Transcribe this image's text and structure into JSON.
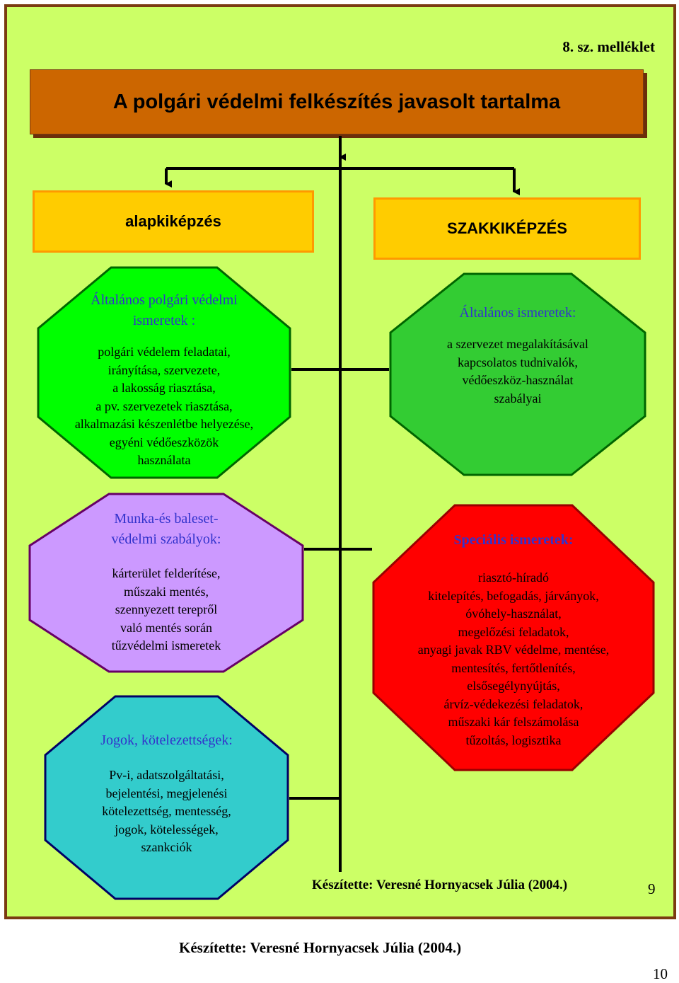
{
  "annex_label": "8. sz. melléklet",
  "title": "A polgári védelmi felkészítés javasolt tartalma",
  "categories": {
    "left": "alapkiképzés",
    "right": "SZAKKIKÉPZÉS"
  },
  "boxes": {
    "general_civil": {
      "title": "Általános polgári védelmi\nismeretek :",
      "body": "polgári védelem feladatai,\nirányítása, szervezete,\na lakosság riasztása,\na pv. szervezetek riasztása,\nalkalmazási készenlétbe helyezése,\negyéni védőeszközök\nhasználata"
    },
    "work_safety": {
      "title": "Munka-és baleset-\nvédelmi szabályok:",
      "body": "kárterület felderítése,\nműszaki mentés,\nszennyezett terepről\nvaló mentés során\ntűzvédelmi ismeretek"
    },
    "rights": {
      "title": "Jogok, kötelezettségek:",
      "body": "Pv-i, adatszolgáltatási,\nbejelentési, megjelenési\nkötelezettség, mentesség,\njogok, kötelességek,\nszankciók"
    },
    "general_knowledge": {
      "title": "Általános ismeretek:",
      "body": "a szervezet megalakításával\nkapcsolatos tudnivalók,\nvédőeszköz-használat\nszabályai"
    },
    "special_knowledge": {
      "title": "Speciális ismeretek:",
      "body": "riasztó-híradó\nkitelepítés, befogadás, járványok,\nóvóhely-használat,\nmegelőzési feladatok,\nanyagi javak RBV védelme, mentése,\nmentesítés, fertőtlenítés,\nelsősegélynyújtás,\nárvíz-védekezési feladatok,\nműszaki kár felszámolása\ntűzoltás, logisztika"
    }
  },
  "credit": "Készítette: Veresné Hornyacsek Júlia (2004.)",
  "page_numbers": [
    "9",
    "10"
  ],
  "colors": {
    "page_bg": "#ccff66",
    "title_bg": "#cc6600",
    "category_bg": "#ffcc00",
    "bright_green": "#00ff00",
    "green": "#33cc33",
    "lavender": "#cc99ff",
    "red": "#ff0000",
    "cyan": "#33cccc",
    "title_blue": "#3333cc"
  }
}
